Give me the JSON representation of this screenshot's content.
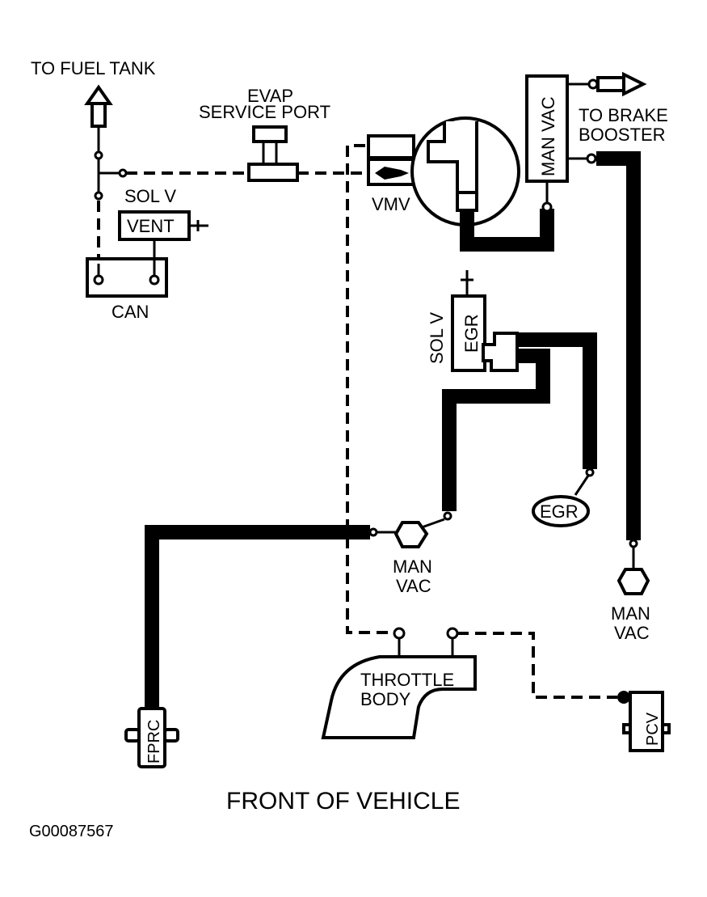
{
  "diagram": {
    "title": "Vacuum Hose Routing Diagram",
    "footer_label": "FRONT OF VEHICLE",
    "figure_id": "G00087567",
    "colors": {
      "line": "#000000",
      "background": "#ffffff"
    },
    "components": {
      "fuel_tank": {
        "label": "TO FUEL TANK"
      },
      "evap_port": {
        "label_line1": "EVAP",
        "label_line2": "SERVICE PORT"
      },
      "vent_sol": {
        "title": "SOL V",
        "label": "VENT"
      },
      "canister": {
        "label": "CAN"
      },
      "vmv": {
        "label": "VMV"
      },
      "man_vac_top": {
        "label": "MAN VAC"
      },
      "brake_booster": {
        "label_line1": "TO BRAKE",
        "label_line2": "BOOSTER"
      },
      "egr_sol": {
        "title": "SOL V",
        "label": "EGR"
      },
      "egr_valve": {
        "label": "EGR"
      },
      "man_vac_center": {
        "label_line1": "MAN",
        "label_line2": "VAC"
      },
      "man_vac_right": {
        "label_line1": "MAN",
        "label_line2": "VAC"
      },
      "throttle_body": {
        "label_line1": "THROTTLE",
        "label_line2": "BODY"
      },
      "fprc": {
        "label": "FPRC"
      },
      "pcv": {
        "label": "PCV"
      }
    }
  }
}
